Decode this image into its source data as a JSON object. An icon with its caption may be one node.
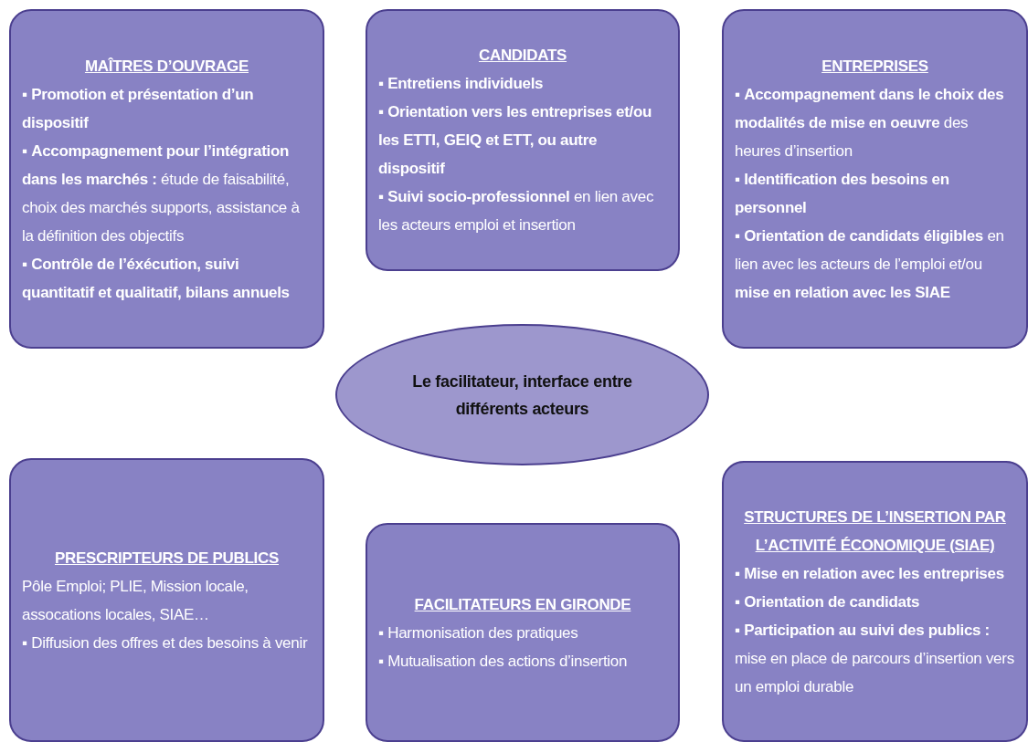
{
  "diagram": {
    "nodes": [
      {
        "text": [
          "MAÎTRES D’OUVRAGE",
          "▪ **Promotion et présentation d’un dispositif**",
          "▪ **Accompagnement pour l’intégration dans les marchés :** étude de faisabilité, choix des marchés supports, assistance à la définition des objectifs",
          "▪ **Contrôle de l’éxécution, suivi quantitatif et qualitatif, bilans annuels**"
        ]
      },
      {
        "text": [
          "CANDIDATS",
          "▪ **Entretiens individuels**",
          "▪ **Orientation vers les entreprises et/ou les ETTI, GEIQ et ETT, ou autre dispositif**",
          "▪ **Suivi socio-professionnel** en lien avec les acteurs emploi et insertion"
        ]
      },
      {
        "text": [
          "ENTREPRISES",
          "▪ **Accompagnement dans le choix des modalités de mise en oeuvre** des heures d’insertion",
          "▪ **Identification des besoins en personnel**",
          "▪ **Orientation de candidats éligibles** en lien avec les acteurs de l’emploi et/ou **mise en relation avec les SIAE**"
        ]
      },
      {
        "text": [
          "Le facilitateur, interface entre différents acteurs"
        ]
      },
      {
        "text": [
          "PRESCRIPTEURS DE PUBLICS",
          "Pôle Emploi; PLIE, Mission locale, assocations locales, SIAE…",
          "▪ Diffusion des offres et des besoins à venir"
        ]
      },
      {
        "text": [
          "FACILITATEURS EN GIRONDE",
          "▪ Harmonisation des pratiques",
          "▪ Mutualisation des actions d’insertion"
        ]
      },
      {
        "text": [
          "STRUCTURES DE L’INSERTION PAR L’ACTIVITÉ ÉCONOMIQUE (SIAE)",
          "▪ **Mise en relation avec les entreprises**",
          "▪ **Orientation de candidats**",
          "▪ **Participation au suivi des publics :** mise en place de parcours d’insertion vers un emploi durable"
        ]
      }
    ]
  }
}
